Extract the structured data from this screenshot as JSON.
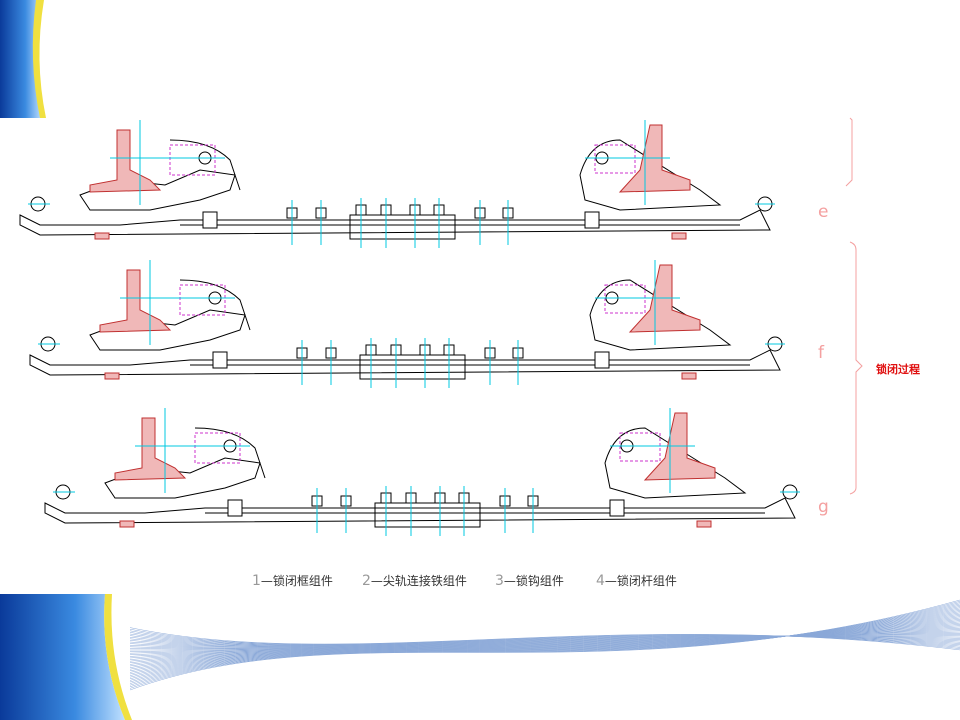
{
  "legend": [
    {
      "num": "1",
      "text": "—锁闭框组件"
    },
    {
      "num": "2",
      "text": "—尖轨连接铁组件"
    },
    {
      "num": "3",
      "text": "—锁钩组件"
    },
    {
      "num": "4",
      "text": "—锁闭杆组件"
    }
  ],
  "stages": [
    "e",
    "f",
    "g"
  ],
  "process_label": "锁闭过程",
  "colors": {
    "outline": "#000000",
    "rail": "#e08080",
    "hook": "#cc33cc",
    "centerline": "#00c8e0",
    "annotation": "#f4a0a0",
    "theme_blue": "#1a5fc0"
  }
}
